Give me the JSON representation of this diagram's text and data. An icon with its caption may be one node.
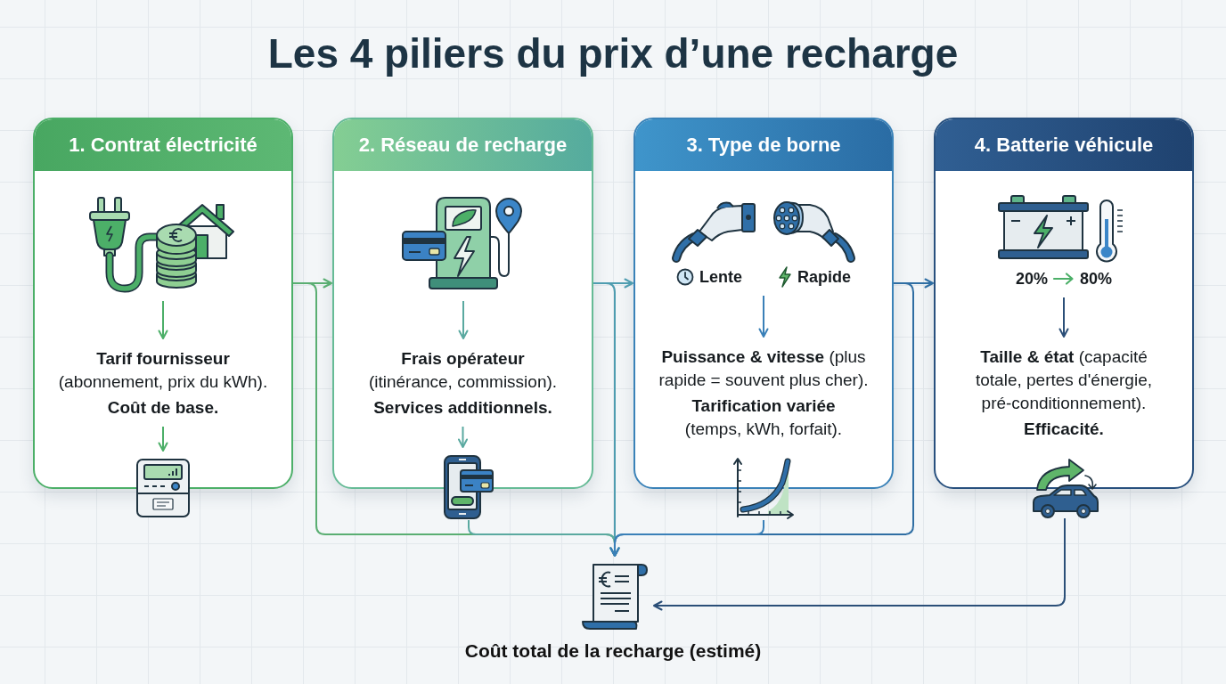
{
  "diagram": {
    "title": "Les 4 piliers du prix d’une recharge",
    "nodes": [
      {
        "text": [
          "1. Contrat électricité"
        ]
      },
      {
        "text": [],
        "shape": "picture",
        "in": 0
      },
      {
        "text": [
          "**Tarif fournisseur** (abonnement, prix du kWh).",
          "Coût de base."
        ],
        "in": 0
      },
      {
        "text": [],
        "shape": "picture"
      },
      {
        "text": [
          "2. Réseau de recharge"
        ]
      },
      {
        "text": [],
        "shape": "picture",
        "in": 4
      },
      {
        "text": [
          "**Frais opérateur** (itinérance, commission).",
          "Services additionnels."
        ],
        "in": 4
      },
      {
        "text": [],
        "shape": "picture"
      },
      {
        "text": [
          "3. Type de borne"
        ]
      },
      {
        "text": [
          "Lente",
          "Rapide"
        ],
        "in": 8
      },
      {
        "text": [
          "**Puissance & vitesse** (plus rapide = souvent plus cher).",
          "**Tarification variée** (temps, kWh, forfait)."
        ],
        "in": 8
      },
      {
        "text": [],
        "shape": "picture"
      },
      {
        "text": [
          "4. Batterie véhicule"
        ]
      },
      {
        "text": [
          "20%",
          "80%"
        ],
        "in": 12
      },
      {
        "text": [
          "**Taille & état** (capacité totale, pertes d'énergie, pré-conditionnement).",
          "Efficacité."
        ],
        "in": 12
      },
      {
        "text": [],
        "shape": "picture"
      },
      {
        "text": [],
        "shape": "picture",
        "beside": [
          "Coût total de la recharge (estimé)"
        ]
      }
    ],
    "edges": [
      {
        "from": 1,
        "to": 2,
        "arrow": "to",
        "color": "#4caf68"
      },
      {
        "from": 2,
        "to": 3,
        "arrow": "to",
        "color": "#4caf68"
      },
      {
        "from": 5,
        "to": 6,
        "arrow": "to",
        "color": "#5aa9a0"
      },
      {
        "from": 6,
        "to": 7,
        "arrow": "to",
        "color": "#5aa9a0"
      },
      {
        "from": 9,
        "to": 10,
        "arrow": "to",
        "color": "#3a80b8"
      },
      {
        "from": 13,
        "to": 14,
        "arrow": "to",
        "color": "#2b4f78"
      },
      {
        "from": 0,
        "to": 4,
        "arrow": "to",
        "color": "#5aae72"
      },
      {
        "from": 4,
        "to": 8,
        "arrow": "to",
        "color": "#4f9db0"
      },
      {
        "from": 8,
        "to": 12,
        "arrow": "to",
        "color": "#2f6ea3"
      },
      {
        "from": 0,
        "to": 16,
        "arrow": "to",
        "color": "#5aae72"
      },
      {
        "from": 4,
        "to": 16,
        "arrow": "to",
        "color": "#4f9db0"
      },
      {
        "from": 7,
        "to": 16,
        "arrow": "to",
        "color": "#5aa9a0"
      },
      {
        "from": 8,
        "to": 16,
        "arrow": "to",
        "color": "#2f6ea3"
      },
      {
        "from": 11,
        "to": 16,
        "arrow": "to",
        "color": "#3a80b8"
      },
      {
        "from": 15,
        "to": 16,
        "arrow": "to",
        "color": "#2b4f78"
      }
    ]
  }
}
